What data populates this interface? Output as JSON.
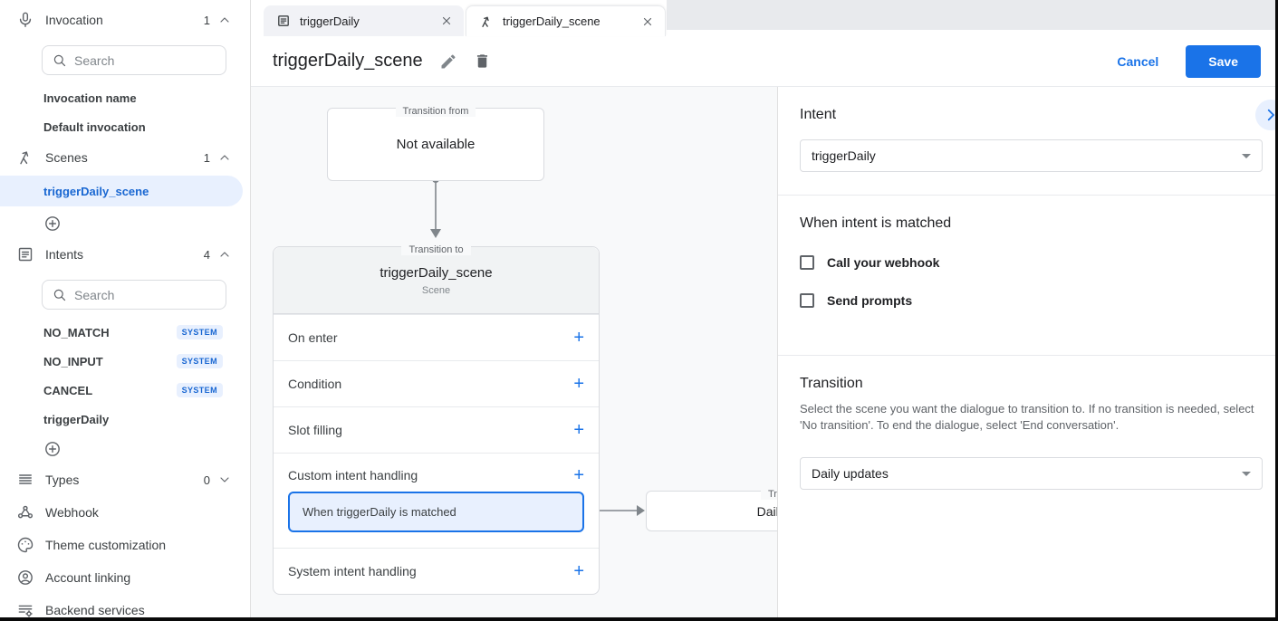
{
  "sidebar": {
    "search_placeholder": "Search",
    "invocation": {
      "label": "Invocation",
      "count": "1"
    },
    "invocation_items": [
      {
        "label": "Invocation name"
      },
      {
        "label": "Default invocation"
      }
    ],
    "scenes": {
      "label": "Scenes",
      "count": "1"
    },
    "scenes_items": [
      {
        "label": "triggerDaily_scene"
      }
    ],
    "intents": {
      "label": "Intents",
      "count": "4"
    },
    "intents_items": [
      {
        "label": "NO_MATCH",
        "badge": "SYSTEM"
      },
      {
        "label": "NO_INPUT",
        "badge": "SYSTEM"
      },
      {
        "label": "CANCEL",
        "badge": "SYSTEM"
      },
      {
        "label": "triggerDaily"
      }
    ],
    "types": {
      "label": "Types",
      "count": "0"
    },
    "webhook_label": "Webhook",
    "theme_label": "Theme customization",
    "account_label": "Account linking",
    "backend_label": "Backend services"
  },
  "tabs": [
    {
      "label": "triggerDaily"
    },
    {
      "label": "triggerDaily_scene"
    }
  ],
  "header": {
    "title": "triggerDaily_scene",
    "cancel": "Cancel",
    "save": "Save"
  },
  "canvas": {
    "from_box": {
      "legend": "Transition from",
      "text": "Not available"
    },
    "scene_card": {
      "legend": "Transition to",
      "title": "triggerDaily_scene",
      "subtitle": "Scene",
      "rows": [
        {
          "label": "On enter"
        },
        {
          "label": "Condition"
        },
        {
          "label": "Slot filling"
        },
        {
          "label": "Custom intent handling"
        },
        {
          "label": "System intent handling"
        }
      ],
      "intent_handler": "When triggerDaily is matched"
    },
    "target_box": {
      "legend": "Transition to",
      "text": "Daily updates"
    }
  },
  "panel": {
    "intent_heading": "Intent",
    "intent_value": "triggerDaily",
    "matched_heading": "When intent is matched",
    "checkboxes": [
      {
        "label": "Call your webhook",
        "checked": false
      },
      {
        "label": "Send prompts",
        "checked": false
      }
    ],
    "transition_heading": "Transition",
    "transition_description": "Select the scene you want the dialogue to transition to. If no transition is needed, select 'No transition'. To end the dialogue, select 'End conversation'.",
    "transition_value": "Daily updates"
  },
  "colors": {
    "accent": "#1a73e8",
    "accent_light": "#e8f0fe",
    "badge_text": "#1967d2"
  }
}
